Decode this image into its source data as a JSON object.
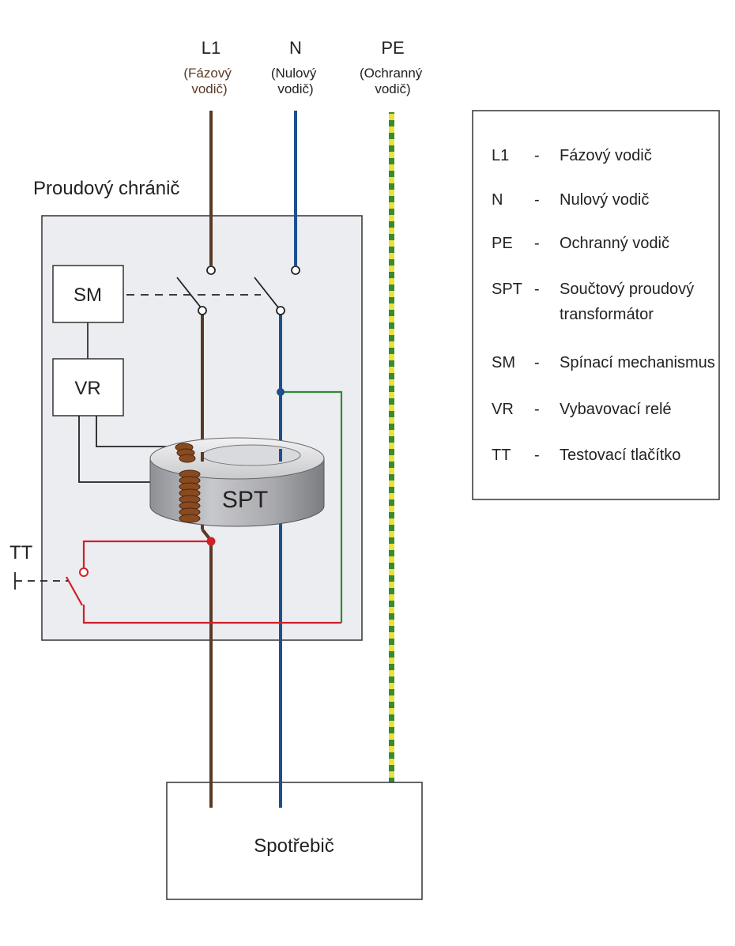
{
  "colors": {
    "phase": "#5b3a24",
    "neutral": "#1d4f8f",
    "pe_green": "#3a8a2e",
    "pe_yellow": "#e8e23a",
    "test_circuit": "#d0202a",
    "neutral_loop": "#2e8b35",
    "device_fill": "#ebedf0",
    "coil": "#8a4a20"
  },
  "conductors": [
    {
      "code": "L1",
      "desc_line1": "(Fázový",
      "desc_line2": "vodič)"
    },
    {
      "code": "N",
      "desc_line1": "(Nulový",
      "desc_line2": "vodič)"
    },
    {
      "code": "PE",
      "desc_line1": "(Ochranný",
      "desc_line2": "vodič)"
    }
  ],
  "device": {
    "title": "Proudový chránič",
    "sm_label": "SM",
    "vr_label": "VR",
    "spt_label": "SPT",
    "tt_label": "TT"
  },
  "load": {
    "label": "Spotřebič"
  },
  "legend": [
    {
      "code": "L1",
      "dash": "-",
      "text": "Fázový vodič",
      "text2": ""
    },
    {
      "code": "N",
      "dash": "-",
      "text": "Nulový vodič",
      "text2": ""
    },
    {
      "code": "PE",
      "dash": "-",
      "text": "Ochranný vodič",
      "text2": ""
    },
    {
      "code": "SPT",
      "dash": "-",
      "text": "Součtový proudový",
      "text2": "transformátor"
    },
    {
      "code": "SM",
      "dash": "-",
      "text": "Spínací mechanismus",
      "text2": ""
    },
    {
      "code": "VR",
      "dash": "-",
      "text": "Vybavovací relé",
      "text2": ""
    },
    {
      "code": "TT",
      "dash": "-",
      "text": "Testovací tlačítko",
      "text2": ""
    }
  ]
}
